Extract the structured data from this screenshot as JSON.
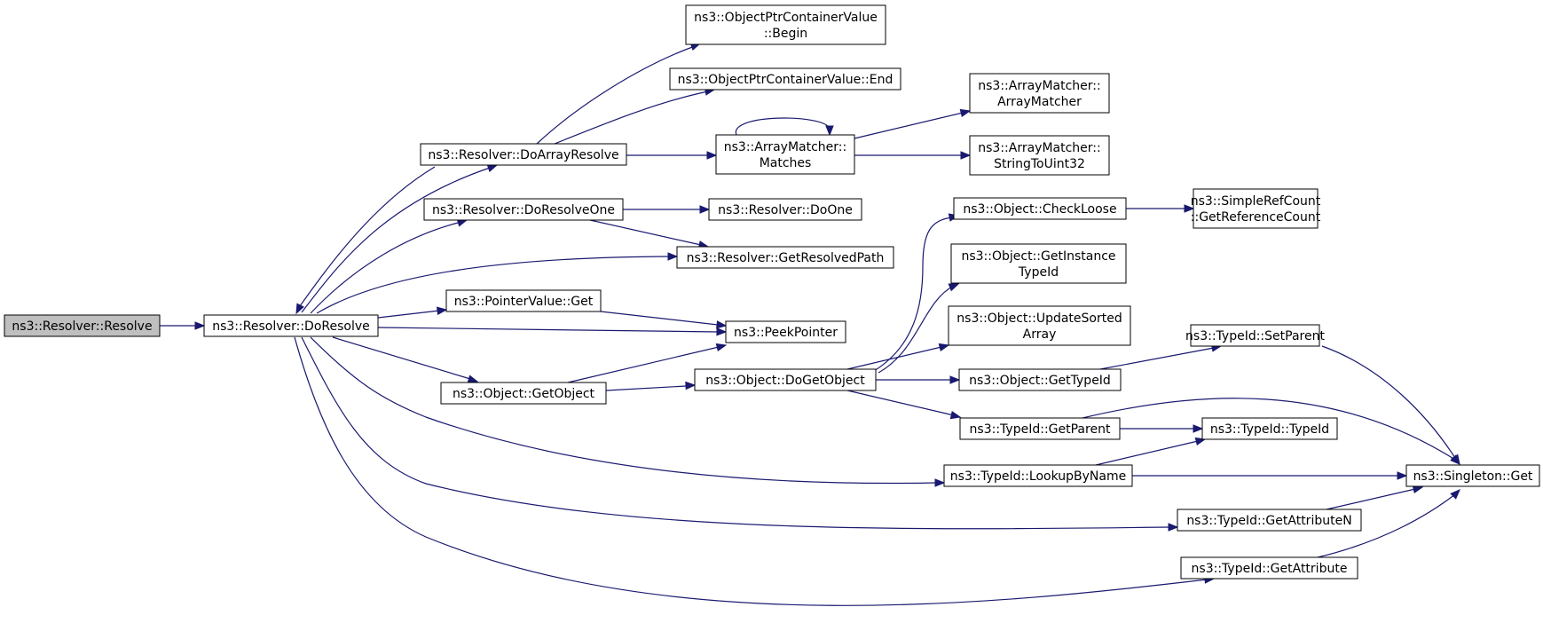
{
  "nodes": {
    "resolve": [
      "ns3::Resolver::Resolve"
    ],
    "doResolve": [
      "ns3::Resolver::DoResolve"
    ],
    "doArrayResolve": [
      "ns3::Resolver::DoArrayResolve"
    ],
    "doResolveOne": [
      "ns3::Resolver::DoResolveOne"
    ],
    "pointerGet": [
      "ns3::PointerValue::Get"
    ],
    "objGetObject": [
      "ns3::Object::GetObject"
    ],
    "begin": [
      "ns3::ObjectPtrContainerValue",
      "::Begin"
    ],
    "end": [
      "ns3::ObjectPtrContainerValue::End"
    ],
    "matches": [
      "ns3::ArrayMatcher::",
      "Matches"
    ],
    "doOne": [
      "ns3::Resolver::DoOne"
    ],
    "getResolvedPath": [
      "ns3::Resolver::GetResolvedPath"
    ],
    "peekPointer": [
      "ns3::PeekPointer"
    ],
    "doGetObject": [
      "ns3::Object::DoGetObject"
    ],
    "lookupByName": [
      "ns3::TypeId::LookupByName"
    ],
    "arrayMatcherCtor": [
      "ns3::ArrayMatcher::",
      "ArrayMatcher"
    ],
    "stringToUint32": [
      "ns3::ArrayMatcher::",
      "StringToUint32"
    ],
    "checkLoose": [
      "ns3::Object::CheckLoose"
    ],
    "getInstanceTypeId": [
      "ns3::Object::GetInstance",
      "TypeId"
    ],
    "updateSortedArray": [
      "ns3::Object::UpdateSorted",
      "Array"
    ],
    "getTypeId": [
      "ns3::Object::GetTypeId"
    ],
    "getParent": [
      "ns3::TypeId::GetParent"
    ],
    "getAttributeN": [
      "ns3::TypeId::GetAttributeN"
    ],
    "getAttribute": [
      "ns3::TypeId::GetAttribute"
    ],
    "getReferenceCount": [
      "ns3::SimpleRefCount",
      "::GetReferenceCount"
    ],
    "setParent": [
      "ns3::TypeId::SetParent"
    ],
    "typeIdCtor": [
      "ns3::TypeId::TypeId"
    ],
    "singletonGet": [
      "ns3::Singleton::Get"
    ]
  },
  "colors": {
    "edge": "#191970",
    "root_fill": "#bfbfbf",
    "node_fill": "#ffffff",
    "node_stroke": "#000000"
  }
}
